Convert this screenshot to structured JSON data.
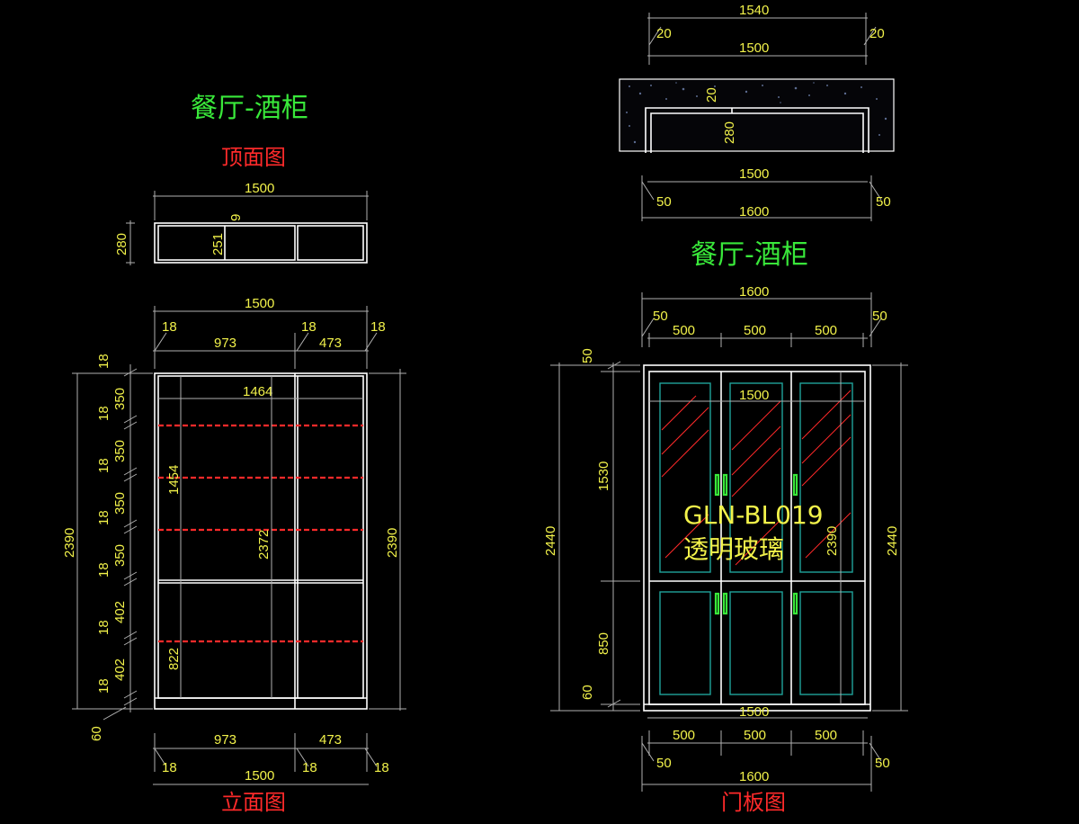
{
  "titles": {
    "left_main": "餐厅-酒柜",
    "left_top_view": "顶面图",
    "left_elevation": "立面图",
    "right_main": "餐厅-酒柜",
    "right_door": "门板图"
  },
  "door_note": {
    "line1": "GLN-BL019",
    "line2": "透明玻璃"
  },
  "top_view": {
    "width_top": "1500",
    "depth": "280",
    "inner_depth": "251",
    "thickness": "9"
  },
  "elevation": {
    "width_top": "1500",
    "side_left": "18",
    "mid": "18",
    "side_right": "18",
    "col_left": "973",
    "col_right": "473",
    "inner_width": "1464",
    "inner_height_left": "1454",
    "inner_height_mid": "2372",
    "lower_height": "822",
    "total_height_left": "2390",
    "total_height_right": "2390",
    "left_stack": [
      "18",
      "350",
      "18",
      "350",
      "18",
      "350",
      "18",
      "350",
      "18",
      "402",
      "18",
      "402",
      "18"
    ],
    "base": "60",
    "bottom_col_left": "973",
    "bottom_col_right": "473",
    "bottom_side_left": "18",
    "bottom_mid": "18",
    "bottom_side_right": "18",
    "bottom_width": "1500"
  },
  "right_top": {
    "overall": "1540",
    "side_left": "20",
    "side_right": "20",
    "inner": "1500",
    "thick": "20",
    "depth": "280",
    "lower_inner": "1500",
    "lower_left": "50",
    "lower_right": "50",
    "lower_overall": "1600"
  },
  "door": {
    "width_top": "1600",
    "side_left": "50",
    "side_right": "50",
    "panels_top": [
      "500",
      "500",
      "500"
    ],
    "inner_width": "1500",
    "top_gap": "50",
    "upper_height": "1530",
    "lower_height": "850",
    "base": "60",
    "total_left": "2440",
    "total_right": "2440",
    "inner_height": "2390",
    "bottom_inner": "1500",
    "panels_bottom": [
      "500",
      "500",
      "500"
    ],
    "bottom_left": "50",
    "bottom_right": "50",
    "bottom_overall": "1600"
  }
}
